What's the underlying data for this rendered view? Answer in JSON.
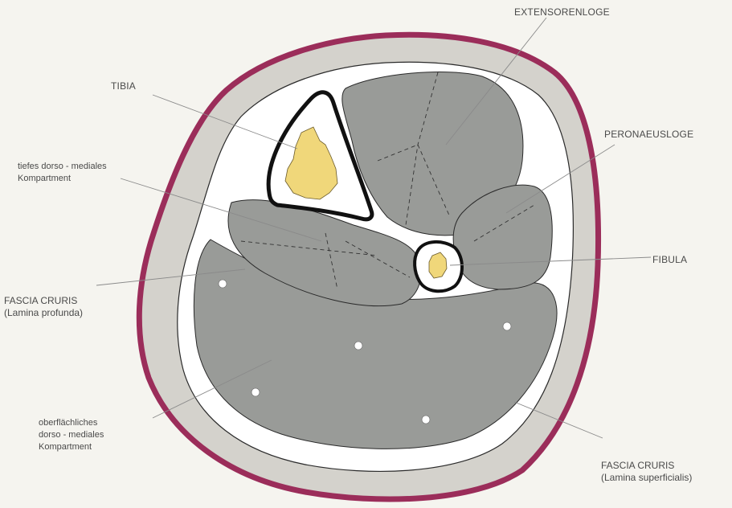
{
  "diagram": {
    "labels": {
      "extensorenloge": "EXTENSORENLOGE",
      "tibia": "TIBIA",
      "peronaeusloge": "PERONAEUSLOGE",
      "tiefes_line1": "tiefes dorso - mediales",
      "tiefes_line2": "Kompartment",
      "fibula": "FIBULA",
      "fascia_profunda_line1": "FASCIA CRURIS",
      "fascia_profunda_line2": "(Lamina profunda)",
      "oberflaechliches_line1": "oberflächliches",
      "oberflaechliches_line2": "dorso - mediales",
      "oberflaechliches_line3": "Kompartment",
      "fascia_superficialis_line1": "FASCIA CRURIS",
      "fascia_superficialis_line2": "(Lamina superficialis)"
    },
    "colors": {
      "background": "#f5f4ef",
      "skin": "#9b2d5a",
      "subcutis": "#d4d2cc",
      "muscle": "#999b98",
      "bone_marrow": "#f0d77a",
      "leader_line": "#8a8a8a"
    }
  }
}
